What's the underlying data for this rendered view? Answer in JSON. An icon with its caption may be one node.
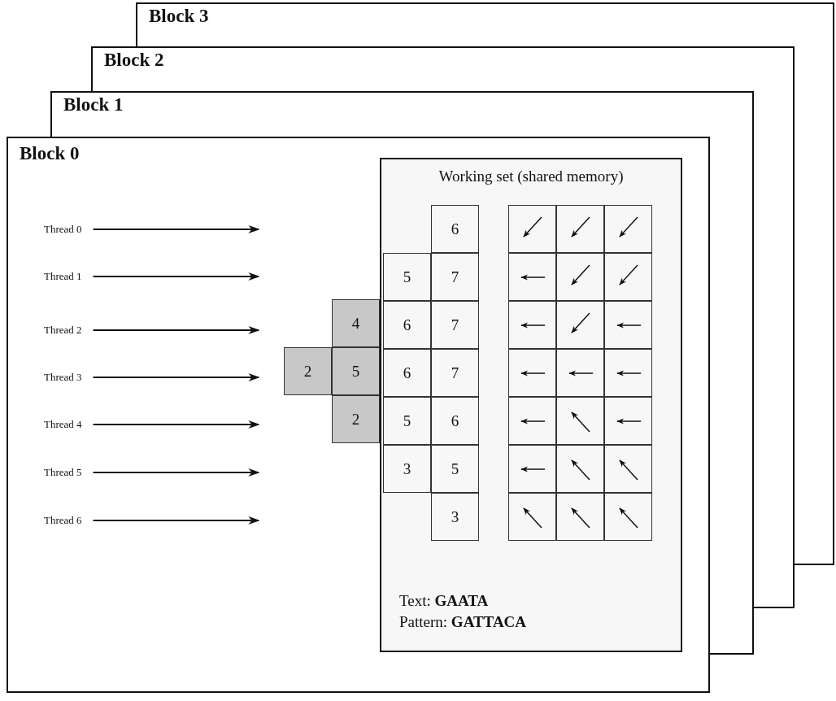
{
  "diagram": {
    "nodes": [
      {
        "text": [
          "Block 3"
        ]
      },
      {
        "text": [
          "Block 2"
        ]
      },
      {
        "text": [
          "Block 1"
        ]
      },
      {
        "text": [
          "Block 0"
        ]
      },
      {
        "text": [
          "Thread 0"
        ],
        "in": 3
      },
      {
        "text": [
          "Thread 1"
        ],
        "in": 3
      },
      {
        "text": [
          "Thread 2"
        ],
        "in": 3
      },
      {
        "text": [
          "Thread 3"
        ],
        "in": 3
      },
      {
        "text": [
          "Thread 4"
        ],
        "in": 3
      },
      {
        "text": [
          "Thread 5"
        ],
        "in": 3
      },
      {
        "text": [
          "Thread 6"
        ],
        "in": 3
      },
      {
        "text": [
          "Working set (shared memory)"
        ],
        "in": 3
      },
      {
        "text": [
          "6"
        ],
        "in": 11
      },
      {
        "text": [],
        "shape": "box",
        "in": 11
      },
      {
        "text": [],
        "shape": "box",
        "in": 11
      },
      {
        "text": [],
        "shape": "box",
        "in": 11
      },
      {
        "text": [
          "5"
        ],
        "in": 11
      },
      {
        "text": [
          "7"
        ],
        "in": 11
      },
      {
        "text": [],
        "shape": "box",
        "in": 11
      },
      {
        "text": [],
        "shape": "box",
        "in": 11
      },
      {
        "text": [],
        "shape": "box",
        "in": 11
      },
      {
        "text": [
          "4"
        ],
        "in": 3
      },
      {
        "text": [
          "6"
        ],
        "in": 11
      },
      {
        "text": [
          "7"
        ],
        "in": 11
      },
      {
        "text": [],
        "shape": "box",
        "in": 11
      },
      {
        "text": [],
        "shape": "box",
        "in": 11
      },
      {
        "text": [],
        "shape": "box",
        "in": 11
      },
      {
        "text": [
          "2"
        ],
        "in": 3
      },
      {
        "text": [
          "5"
        ],
        "in": 3
      },
      {
        "text": [
          "6"
        ],
        "in": 11
      },
      {
        "text": [
          "7"
        ],
        "in": 11
      },
      {
        "text": [],
        "shape": "box",
        "in": 11
      },
      {
        "text": [],
        "shape": "box",
        "in": 11
      },
      {
        "text": [],
        "shape": "box",
        "in": 11
      },
      {
        "text": [
          "2"
        ],
        "in": 3
      },
      {
        "text": [
          "5"
        ],
        "in": 11
      },
      {
        "text": [
          "6"
        ],
        "in": 11
      },
      {
        "text": [],
        "shape": "box",
        "in": 11
      },
      {
        "text": [],
        "shape": "box",
        "in": 11
      },
      {
        "text": [],
        "shape": "box",
        "in": 11
      },
      {
        "text": [
          "3"
        ],
        "in": 11
      },
      {
        "text": [
          "5"
        ],
        "in": 11
      },
      {
        "text": [],
        "shape": "box",
        "in": 11
      },
      {
        "text": [],
        "shape": "box",
        "in": 11
      },
      {
        "text": [],
        "shape": "box",
        "in": 11
      },
      {
        "text": [
          "3"
        ],
        "in": 11
      },
      {
        "text": [],
        "shape": "box",
        "in": 11
      },
      {
        "text": [],
        "shape": "box",
        "in": 11
      },
      {
        "text": [],
        "shape": "box",
        "in": 11
      }
    ],
    "edges": [
      {
        "from": 4,
        "to": null,
        "arrow": "to"
      },
      {
        "from": 5,
        "to": null,
        "arrow": "to"
      },
      {
        "from": 6,
        "to": null,
        "arrow": "to"
      },
      {
        "from": 7,
        "to": null,
        "arrow": "to"
      },
      {
        "from": 8,
        "to": null,
        "arrow": "to"
      },
      {
        "from": 9,
        "to": null,
        "arrow": "to"
      },
      {
        "from": 10,
        "to": null,
        "arrow": "to"
      }
    ],
    "labels": [
      "Text: **GAATA**",
      "Pattern: **GATTACA**"
    ]
  }
}
